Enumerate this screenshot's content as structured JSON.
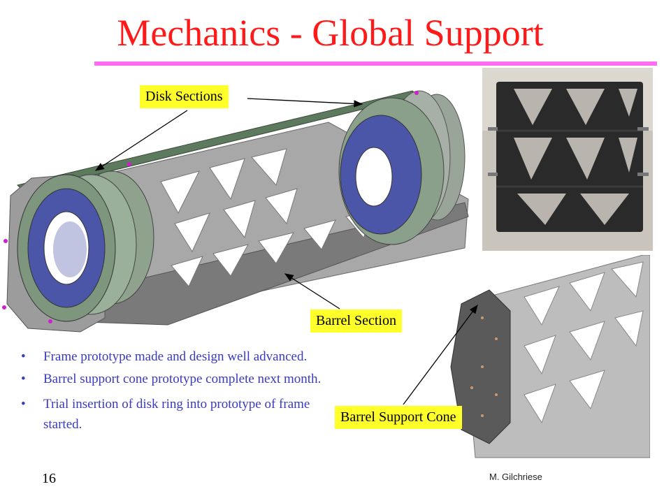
{
  "slide": {
    "title": "Mechanics - Global Support",
    "page_number": "16",
    "author": "M. Gilchriese",
    "title_color": "#ff1a1a",
    "rule_color": "#ff6ef0",
    "bullet_color": "#3a3ac0",
    "callout_color": "#ffff2a"
  },
  "callouts": {
    "disk_sections": "Disk Sections",
    "barrel_section": "Barrel Section",
    "barrel_support_cone": "Barrel Support Cone"
  },
  "bullets": [
    {
      "marker": "•",
      "text": "Frame prototype made and  design well advanced."
    },
    {
      "marker": "•",
      "text": "Barrel support cone prototype complete next month."
    },
    {
      "marker": "•",
      "text": "Trial insertion of disk ring into prototype of frame started."
    }
  ],
  "figures": {
    "main": "support-frame-render",
    "photo": "frame-prototype-photo",
    "cone": "barrel-support-cone-render"
  }
}
